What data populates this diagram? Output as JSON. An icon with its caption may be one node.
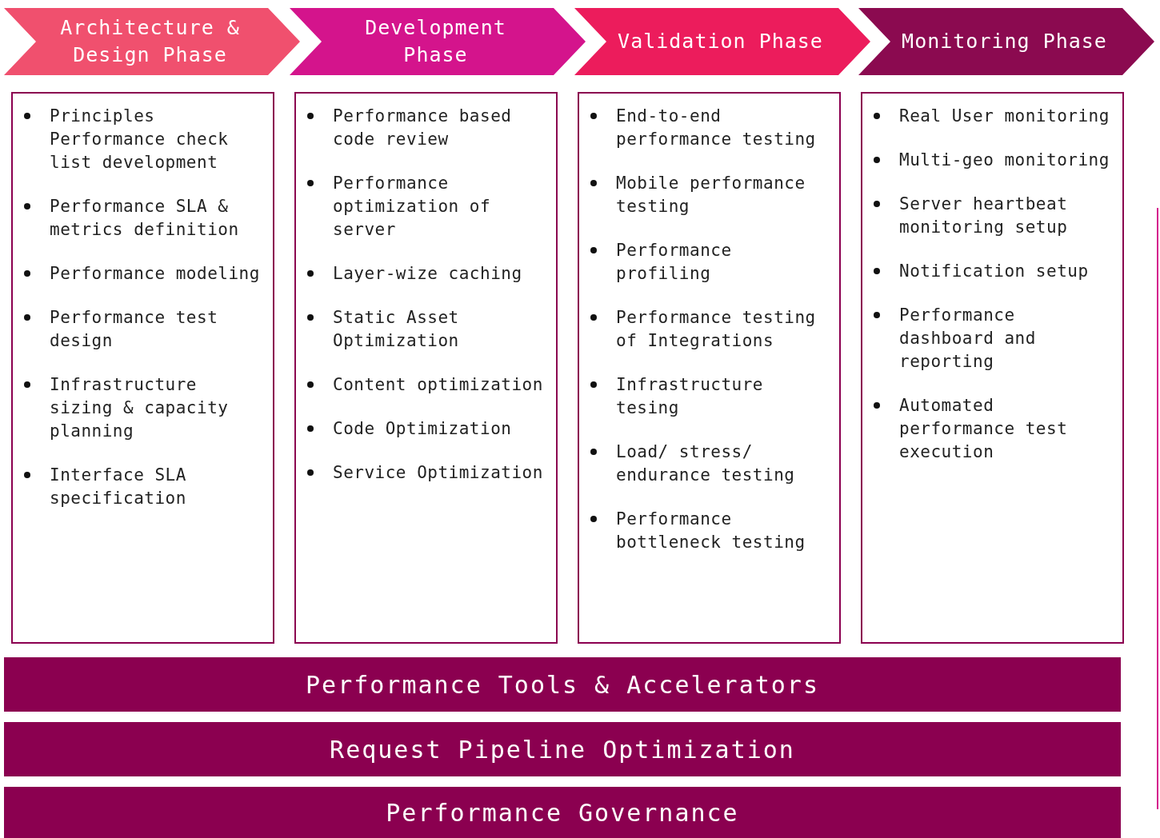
{
  "diagram": {
    "nodes": [
      {
        "text": [
          "Architecture & Design Phase"
        ]
      },
      {
        "text": [
          "Development Phase"
        ]
      },
      {
        "text": [
          "Validation Phase"
        ]
      },
      {
        "text": [
          "Monitoring Phase"
        ]
      },
      {
        "text": [
          "Principles Performance check list development",
          "Performance SLA & metrics definition",
          "Performance modeling",
          "Performance test design",
          "Infrastructure sizing & capacity planning",
          "Interface SLA specification"
        ]
      },
      {
        "text": [
          "Performance based code review",
          "Performance optimization of server",
          "Layer-wize caching",
          "Static Asset Optimization",
          "Content optimization",
          "Code Optimization",
          "Service Optimization"
        ]
      },
      {
        "text": [
          "End-to-end performance testing",
          "Mobile performance testing",
          "Performance profiling",
          "Performance testing of Integrations",
          "Infrastructure tesing",
          "Load/ stress/ endurance testing",
          "Performance bottleneck testing"
        ]
      },
      {
        "text": [
          "Real User monitoring",
          "Multi-geo monitoring",
          "Server heartbeat monitoring setup",
          "Notification setup",
          "Performance dashboard and reporting",
          "Automated performance test execution"
        ]
      },
      {
        "text": [
          "Performance Tools & Accelerators"
        ]
      },
      {
        "text": [
          "Request Pipeline Optimization"
        ]
      },
      {
        "text": [
          "Performance Governance"
        ]
      }
    ]
  }
}
